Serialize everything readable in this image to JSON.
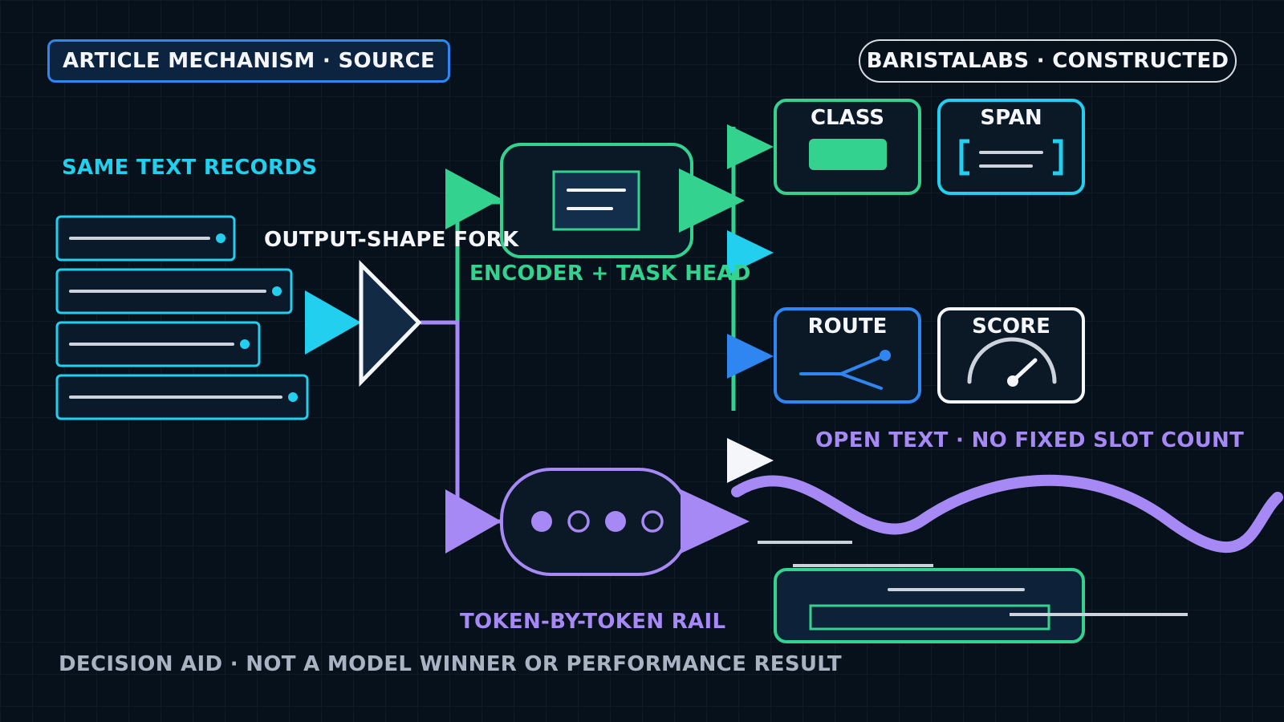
{
  "badges": {
    "source": "ARTICLE MECHANISM · SOURCE",
    "constructed": "BARISTALABS · CONSTRUCTED"
  },
  "labels": {
    "records": "SAME TEXT RECORDS",
    "fork": "OUTPUT-SHAPE FORK",
    "encoder": "ENCODER + TASK HEAD",
    "open_text": "OPEN TEXT · NO FIXED SLOT COUNT",
    "token_rail": "TOKEN-BY-TOKEN RAIL",
    "footer": "DECISION AID · NOT A MODEL WINNER OR PERFORMANCE RESULT"
  },
  "outputs": {
    "class": "CLASS",
    "span": "SPAN",
    "route": "ROUTE",
    "score": "SCORE"
  },
  "colors": {
    "cyan": "#22cfee",
    "green": "#34d28f",
    "purple": "#a689f5",
    "blue": "#2f86f0",
    "white": "#f4f6fa",
    "text_gray": "#a9b3c2"
  }
}
